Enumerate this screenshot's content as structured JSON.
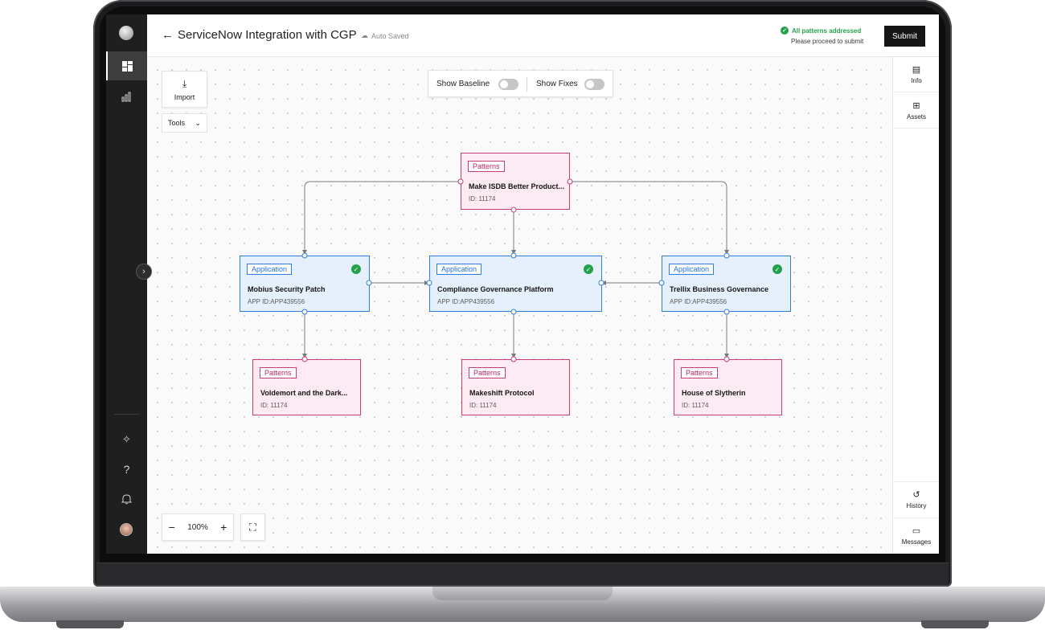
{
  "header": {
    "title": "ServiceNow Integration with CGP",
    "autosave": "Auto Saved",
    "status_title": "All patterns addressed",
    "status_sub": "Please proceed to submit",
    "submit_label": "Submit"
  },
  "toolbar": {
    "import_label": "Import",
    "tools_label": "Tools",
    "show_baseline": "Show Baseline",
    "show_fixes": "Show Fixes",
    "zoom_level": "100%"
  },
  "right_panel": {
    "info": "Info",
    "assets": "Assets",
    "history": "History",
    "messages": "Messages"
  },
  "nodes": {
    "top": {
      "tag": "Patterns",
      "title": "Make ISDB Better Product...",
      "id": "ID: 11174"
    },
    "app_left": {
      "tag": "Application",
      "title": "Mobius Security Patch",
      "id": "APP ID:APP439556"
    },
    "app_center": {
      "tag": "Application",
      "title": "Compliance Governance Platform",
      "id": "APP ID:APP439556"
    },
    "app_right": {
      "tag": "Application",
      "title": "Trellix Business Governance",
      "id": "APP ID:APP439556"
    },
    "bottom_left": {
      "tag": "Patterns",
      "title": "Voldemort and the Dark...",
      "id": "ID: 11174"
    },
    "bottom_center": {
      "tag": "Patterns",
      "title": "Makeshift Protocol",
      "id": "ID: 11174"
    },
    "bottom_right": {
      "tag": "Patterns",
      "title": "House of Slytherin",
      "id": "ID: 11174"
    }
  },
  "colors": {
    "pattern_border": "#c43d78",
    "pattern_fill": "#fdebf3",
    "application_border": "#2f7de0",
    "application_fill": "#e6f0fc",
    "success": "#24a148"
  },
  "toggles": {
    "show_baseline_on": false,
    "show_fixes_on": false
  }
}
